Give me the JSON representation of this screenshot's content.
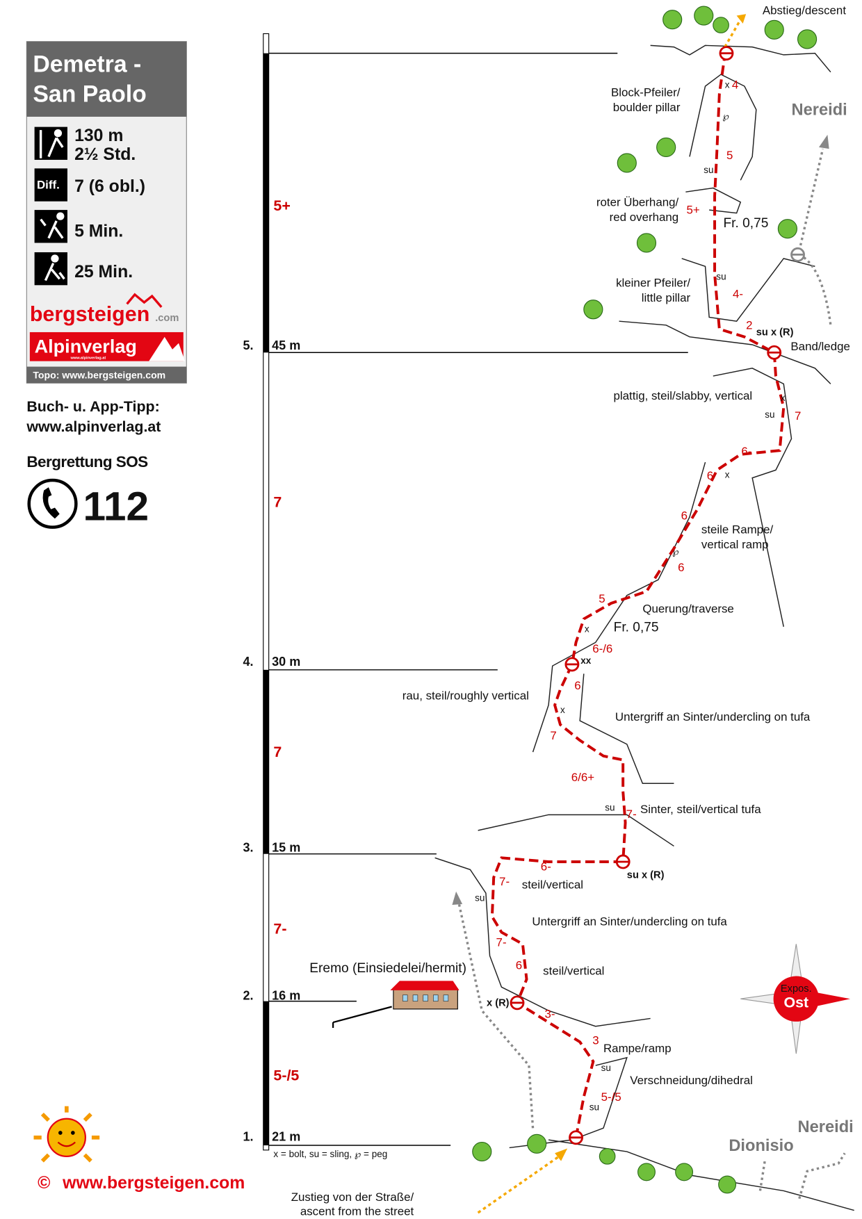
{
  "title": {
    "line1": "Demetra -",
    "line2": "San Paolo"
  },
  "info": {
    "length": "130 m",
    "time": "2½ Std.",
    "diff_badge": "Diff.",
    "difficulty": "7 (6 obl.)",
    "approach": "5 Min.",
    "descent": "25 Min."
  },
  "logos": {
    "bergsteigen": "bergsteigen",
    "com": ".com",
    "alpinverlag": "Alpinverlag",
    "alpinverlag_url": "www.alpinverlag.at",
    "topo": "Topo: www.bergsteigen.com"
  },
  "tip": {
    "line1": "Buch- u. App-Tipp:",
    "line2": "www.alpinverlag.at"
  },
  "sos": {
    "label": "Bergrettung SOS",
    "number": "112"
  },
  "copyright": {
    "symbol": "©",
    "url": "www.bergsteigen.com"
  },
  "scale": {
    "pitches": [
      {
        "num": "5.",
        "len": "45 m",
        "grade": "5+"
      },
      {
        "num": "4.",
        "len": "30 m",
        "grade": "7"
      },
      {
        "num": "3.",
        "len": "15 m",
        "grade": "7"
      },
      {
        "num": "2.",
        "len": "16 m",
        "grade": "7-"
      },
      {
        "num": "1.",
        "len": "21 m",
        "grade": "5-/5"
      }
    ],
    "legend": "x = bolt, su = sling, ℘ = peg"
  },
  "labels": {
    "descent": "Abstieg/descent",
    "nereidi_top": "Nereidi",
    "block1": "Block-Pfeiler/",
    "block2": "boulder pillar",
    "roter1": "roter Überhang/",
    "roter2": "red overhang",
    "fr1": "Fr. 0,75",
    "kleiner1": "kleiner Pfeiler/",
    "kleiner2": "little pillar",
    "belay5": "su x (R)",
    "band": "Band/ledge",
    "plattig": "plattig, steil/slabby, vertical",
    "steile1": "steile Rampe/",
    "steile2": "vertical ramp",
    "querung": "Querung/traverse",
    "fr2": "Fr. 0,75",
    "xx": "xx",
    "rau": "rau, steil/roughly vertical",
    "untergriff1": "Untergriff an Sinter/undercling on tufa",
    "sinter": "Sinter, steil/vertical tufa",
    "belay3": "su x (R)",
    "steil1": "steil/vertical",
    "untergriff2": "Untergriff an Sinter/undercling on tufa",
    "eremo": "Eremo (Einsiedelei/hermit)",
    "steil2": "steil/vertical",
    "belay2": "x (R)",
    "rampe": "Rampe/ramp",
    "verschneidung": "Verschneidung/dihedral",
    "nereidi_bottom": "Nereidi",
    "dionisio": "Dionisio",
    "zustieg1": "Zustieg von der Straße/",
    "zustieg2": "ascent from the street",
    "expos": "Expos.",
    "ost": "Ost"
  },
  "grades": [
    "4",
    "5",
    "5+",
    "4-",
    "2",
    "7",
    "6-",
    "6",
    "6",
    "6",
    "5",
    "6-/6",
    "6",
    "7",
    "6/6+",
    "7-",
    "6-",
    "7-",
    "7-",
    "6",
    "3-",
    "3",
    "5-/5"
  ],
  "marks": {
    "x": "x",
    "su": "su",
    "peg": "℘"
  },
  "colors": {
    "route": "#cc0000",
    "header": "#666666",
    "panel": "#efefef",
    "accent": "#e30613"
  }
}
